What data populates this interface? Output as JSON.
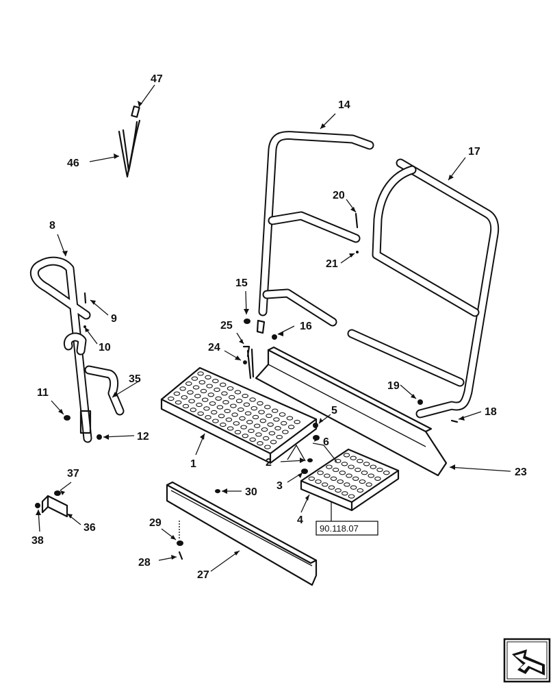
{
  "callouts": [
    {
      "id": "c47",
      "label": "47"
    },
    {
      "id": "c46",
      "label": "46"
    },
    {
      "id": "c14",
      "label": "14"
    },
    {
      "id": "c17",
      "label": "17"
    },
    {
      "id": "c20",
      "label": "20"
    },
    {
      "id": "c21",
      "label": "21"
    },
    {
      "id": "c8",
      "label": "8"
    },
    {
      "id": "c9",
      "label": "9"
    },
    {
      "id": "c10",
      "label": "10"
    },
    {
      "id": "c15",
      "label": "15"
    },
    {
      "id": "c16",
      "label": "16"
    },
    {
      "id": "c25",
      "label": "25"
    },
    {
      "id": "c24",
      "label": "24"
    },
    {
      "id": "c35",
      "label": "35"
    },
    {
      "id": "c11",
      "label": "11"
    },
    {
      "id": "c12",
      "label": "12"
    },
    {
      "id": "c19",
      "label": "19"
    },
    {
      "id": "c18",
      "label": "18"
    },
    {
      "id": "c5",
      "label": "5"
    },
    {
      "id": "c6",
      "label": "6"
    },
    {
      "id": "c1",
      "label": "1"
    },
    {
      "id": "c2",
      "label": "2"
    },
    {
      "id": "c3",
      "label": "3"
    },
    {
      "id": "c23",
      "label": "23"
    },
    {
      "id": "c37",
      "label": "37"
    },
    {
      "id": "c36",
      "label": "36"
    },
    {
      "id": "c38",
      "label": "38"
    },
    {
      "id": "c30",
      "label": "30"
    },
    {
      "id": "c4",
      "label": "4"
    },
    {
      "id": "c29",
      "label": "29"
    },
    {
      "id": "c28",
      "label": "28"
    },
    {
      "id": "c27",
      "label": "27"
    }
  ],
  "reference": {
    "label": "90.118.07"
  },
  "nav_icon": "next-page-arrow-icon"
}
